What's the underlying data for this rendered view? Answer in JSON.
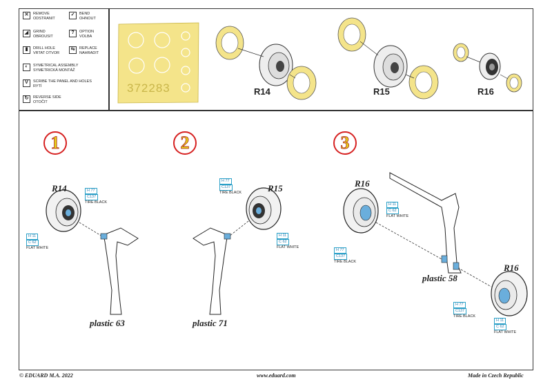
{
  "legend": [
    {
      "icon": "remove-icon",
      "glyph": "✕",
      "text": "REMOVE\nODSTRANIT"
    },
    {
      "icon": "bend-icon",
      "glyph": "✓",
      "text": "BEND\nOHNOUT"
    },
    {
      "icon": "grind-icon",
      "glyph": "◢",
      "text": "GRIND\nOBROUSIT"
    },
    {
      "icon": "option-icon",
      "glyph": "?",
      "text": "OPTION\nVOLBA"
    },
    {
      "icon": "drill-icon",
      "glyph": "▮",
      "text": "DRILL HOLE\nVRTAT OTVOR"
    },
    {
      "icon": "replace-icon",
      "glyph": "⇆",
      "text": "REPLACE\nNAHRADIT"
    },
    {
      "icon": "symmetrical-icon",
      "glyph": "◐",
      "text": "SYMETRICAL ASSEMBLY\nSYMETRICKÁ MONTÁŽ"
    },
    {
      "icon": "scribe-icon",
      "glyph": "V",
      "text": "SCRIBE THE PANEL AND HOLES\nRYTÍ"
    },
    {
      "icon": "reverse-icon",
      "glyph": "↻",
      "text": "REVERSE SIDE\nOTOČIT"
    }
  ],
  "sheet_code": "372283",
  "top_labels": [
    "R14",
    "R15",
    "R16"
  ],
  "steps": [
    {
      "number": "1",
      "part": "R14",
      "plastic": "plastic 63"
    },
    {
      "number": "2",
      "part": "R15",
      "plastic": "plastic 71"
    },
    {
      "number": "3",
      "part": "R16",
      "part2": "R16",
      "plastic": "plastic 58"
    }
  ],
  "paint": {
    "tire": {
      "h": "H 77",
      "c": "C137",
      "name": "TIRE BLACK"
    },
    "hub": {
      "h": "H 11",
      "c": "C 62",
      "name": "FLAT WHITE"
    }
  },
  "footer": {
    "left": "© EDUARD  M.A. 2022",
    "center": "www.eduard.com",
    "right": "Made in Czech Republic"
  },
  "colors": {
    "mask": "#f4e48a",
    "mask_edge": "#c9b64a",
    "step_ring": "#d62020",
    "step_digit": "#e4d418",
    "paint_box": "#2aa0c8"
  }
}
